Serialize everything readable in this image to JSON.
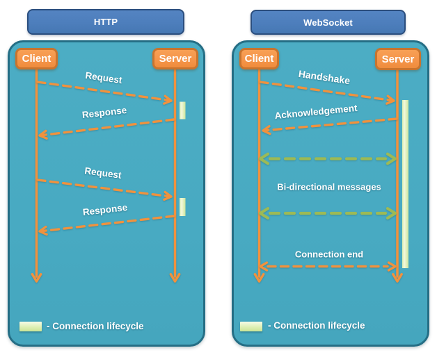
{
  "diagram": {
    "kind": "sequence-diagram-comparison",
    "description": "HTTP vs WebSocket connection lifecycle"
  },
  "colors": {
    "background": "#ffffff",
    "panel_fill": "#48aac2",
    "panel_border": "#256e85",
    "header_fill": "#4d7ebc",
    "header_border": "#2b4e7e",
    "actor_fill": "#f5954a",
    "actor_border": "#c8742e",
    "arrow_orange": "#f0923e",
    "arrow_green": "#9cba56",
    "lifecycle_fill": "#e4f3c2",
    "text": "#ffffff"
  },
  "panels": [
    {
      "title": "HTTP",
      "actors": [
        {
          "label": "Client"
        },
        {
          "label": "Server"
        }
      ],
      "messages": [
        {
          "label": "Request",
          "from": "Client",
          "to": "Server"
        },
        {
          "label": "Response",
          "from": "Server",
          "to": "Client"
        },
        {
          "label": "Request",
          "from": "Client",
          "to": "Server"
        },
        {
          "label": "Response",
          "from": "Server",
          "to": "Client"
        }
      ],
      "legend": {
        "label": "- Connection lifecycle"
      }
    },
    {
      "title": "WebSocket",
      "actors": [
        {
          "label": "Client"
        },
        {
          "label": "Server"
        }
      ],
      "messages": [
        {
          "label": "Handshake",
          "from": "Client",
          "to": "Server"
        },
        {
          "label": "Acknowledgement",
          "from": "Server",
          "to": "Client"
        },
        {
          "label": "Bi-directional messages",
          "bidirectional": true
        },
        {
          "label": "Connection end",
          "bidirectional": true
        }
      ],
      "legend": {
        "label": "- Connection lifecycle"
      }
    }
  ]
}
